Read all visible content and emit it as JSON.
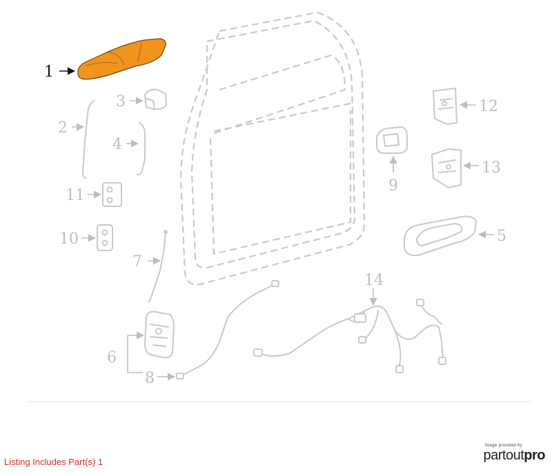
{
  "diagram": {
    "callouts": {
      "c1": "1",
      "c2": "2",
      "c3": "3",
      "c4": "4",
      "c5": "5",
      "c6": "6",
      "c7": "7",
      "c8": "8",
      "c9": "9",
      "c10": "10",
      "c11": "11",
      "c12": "12",
      "c13": "13",
      "c14": "14"
    },
    "highlight_color": "#f0941e",
    "highlighted_part": "1"
  },
  "footer": {
    "listing_text": "Listing Includes Part(s) 1"
  },
  "branding": {
    "small_text": "Image provided by",
    "name_part1": "partout",
    "name_part2": "pro"
  }
}
